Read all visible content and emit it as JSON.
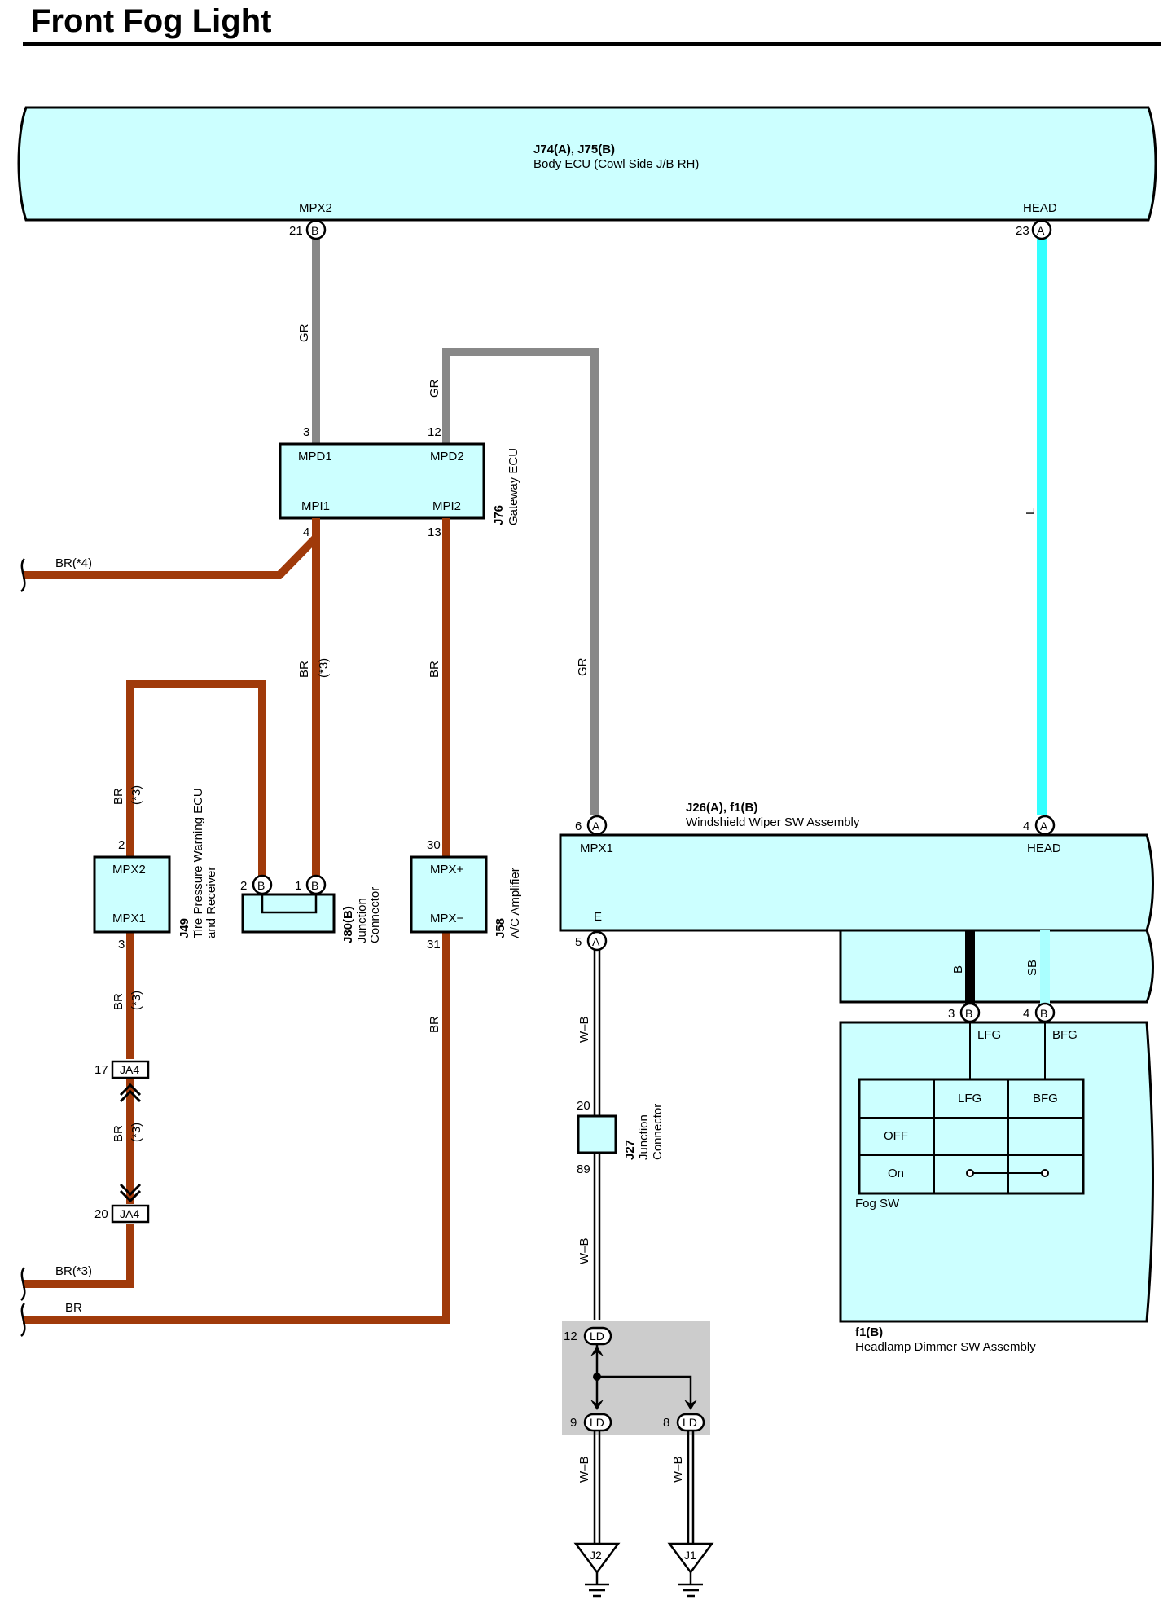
{
  "page": {
    "title": "Front Fog Light"
  },
  "colors": {
    "box_fill": "#ccffff",
    "wire_br": "#a03a0a",
    "wire_gr": "#888888",
    "wire_l": "#33ffff",
    "wire_b": "#000000",
    "wire_sb": "#aaffff",
    "wire_wb": "#000000",
    "splice_bg": "#cccccc"
  },
  "components": {
    "body_ecu": {
      "id": "J74(A), J75(B)",
      "name": "Body ECU (Cowl Side J/B RH)",
      "pin_mpx2": "MPX2",
      "pin_head": "HEAD",
      "pin_21": "21",
      "conn_21": "B",
      "pin_23": "23",
      "conn_23": "A"
    },
    "gateway_ecu": {
      "id": "J76",
      "name": "Gateway ECU",
      "mpd1": "MPD1",
      "mpd2": "MPD2",
      "mpi1": "MPI1",
      "mpi2": "MPI2",
      "p3": "3",
      "p12": "12",
      "p4": "4",
      "p13": "13"
    },
    "tpw_ecu": {
      "id": "J49",
      "name1": "Tire Pressure Warning ECU",
      "name2": "and Receiver",
      "mpx2": "MPX2",
      "mpx1": "MPX1",
      "p2": "2",
      "p3": "3"
    },
    "jc_j80": {
      "id": "J80(B)",
      "name1": "Junction",
      "name2": "Connector",
      "p2": "2",
      "p1": "1",
      "conn": "B"
    },
    "ac_amp": {
      "id": "J58",
      "name": "A/C Amplifier",
      "mpxp": "MPX+",
      "mpxm": "MPX−",
      "p30": "30",
      "p31": "31"
    },
    "wiper_sw": {
      "id": "J26(A), f1(B)",
      "name": "Windshield Wiper SW Assembly",
      "mpx1": "MPX1",
      "head": "HEAD",
      "e": "E",
      "p6": "6",
      "p4": "4",
      "p5": "5",
      "conn_a": "A",
      "p3b": "3",
      "p4b": "4",
      "conn_b": "B"
    },
    "jc_j27": {
      "id": "J27",
      "name1": "Junction",
      "name2": "Connector",
      "p20": "20",
      "p89": "89"
    },
    "headlamp_sw": {
      "id": "f1(B)",
      "name": "Headlamp Dimmer SW Assembly",
      "lfg": "LFG",
      "bfg": "BFG"
    },
    "fog_sw": {
      "name": "Fog SW",
      "col1": "LFG",
      "col2": "BFG",
      "row_off": "OFF",
      "row_on": "On"
    },
    "ja4": {
      "id": "JA4",
      "p17": "17",
      "p20": "20"
    },
    "splice": {
      "conn": "LD",
      "p12": "12",
      "p9": "9",
      "p8": "8"
    },
    "grounds": {
      "g1": "J2",
      "g2": "J1"
    }
  },
  "wires": {
    "gr": "GR",
    "br": "BR",
    "star3": "(*3)",
    "br_star4": "BR(*4)",
    "br_star3": "BR(*3)",
    "l": "L",
    "b": "B",
    "sb": "SB",
    "wb": "W–B"
  }
}
